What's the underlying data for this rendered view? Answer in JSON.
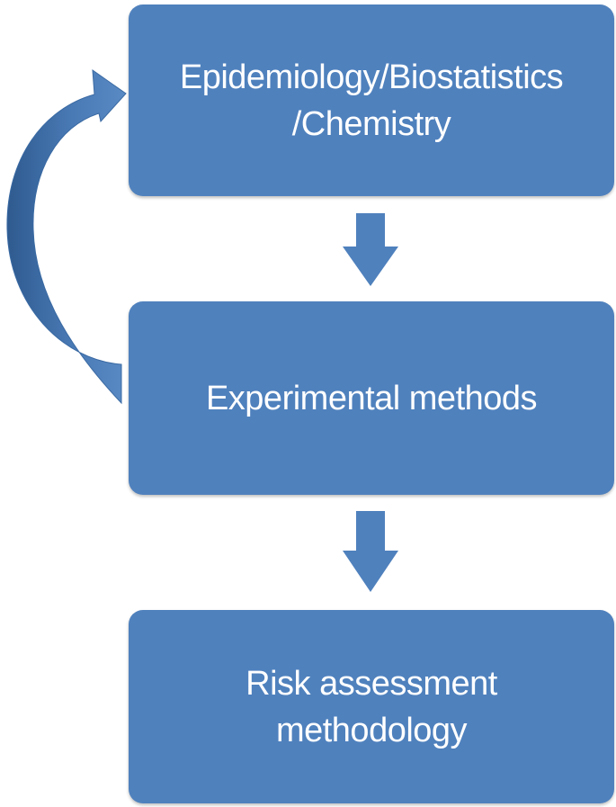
{
  "diagram": {
    "nodes": [
      {
        "id": "epi",
        "lines": [
          "Epidemiology/Biostatistics",
          "/Chemistry"
        ]
      },
      {
        "id": "exp",
        "lines": [
          "Experimental methods"
        ]
      },
      {
        "id": "risk",
        "lines": [
          "Risk assessment",
          "methodology"
        ]
      }
    ],
    "edges": [
      {
        "from": "epi",
        "to": "exp",
        "style": "block-arrow-down"
      },
      {
        "from": "exp",
        "to": "risk",
        "style": "block-arrow-down"
      },
      {
        "from": "exp",
        "to": "epi",
        "style": "curved-arrow-feedback"
      }
    ],
    "colors": {
      "box_fill": "#4f81bd",
      "arrow_fill": "#4f81bd",
      "curve_fill": "#4a7ab5",
      "curve_shade": "#2e5a8f",
      "text": "#ffffff"
    }
  }
}
